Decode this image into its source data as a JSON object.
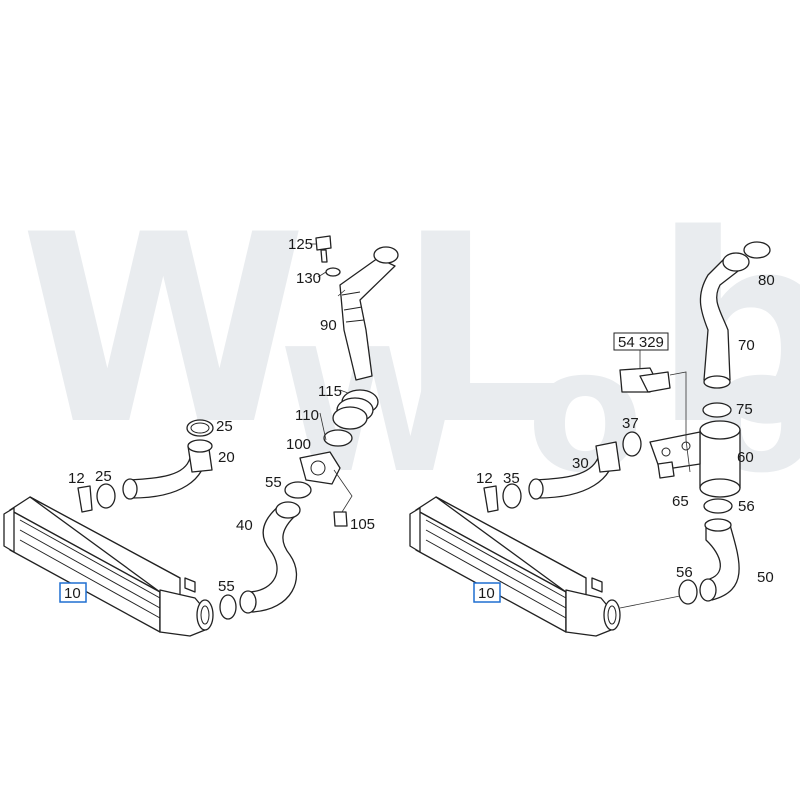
{
  "watermark": {
    "line1": "W L b",
    "line2": "W o o b a"
  },
  "diagram_left": {
    "highlight": "#1f6fd1",
    "labels": {
      "l125": "125",
      "l130": "130",
      "l90": "90",
      "l115": "115",
      "l110": "110",
      "l100": "100",
      "l105": "105",
      "l55a": "55",
      "l40": "40",
      "l55b": "55",
      "l25a": "25",
      "l20": "20",
      "l12": "12",
      "l25b": "25",
      "l10": "10"
    }
  },
  "diagram_right": {
    "highlight": "#1f6fd1",
    "labels": {
      "l80": "80",
      "l70": "70",
      "l54329": "54 329",
      "l75": "75",
      "l37": "37",
      "l30": "30",
      "l60": "60",
      "l65": "65",
      "l56a": "56",
      "l12": "12",
      "l35": "35",
      "l50": "50",
      "l56b": "56",
      "l10": "10"
    }
  }
}
